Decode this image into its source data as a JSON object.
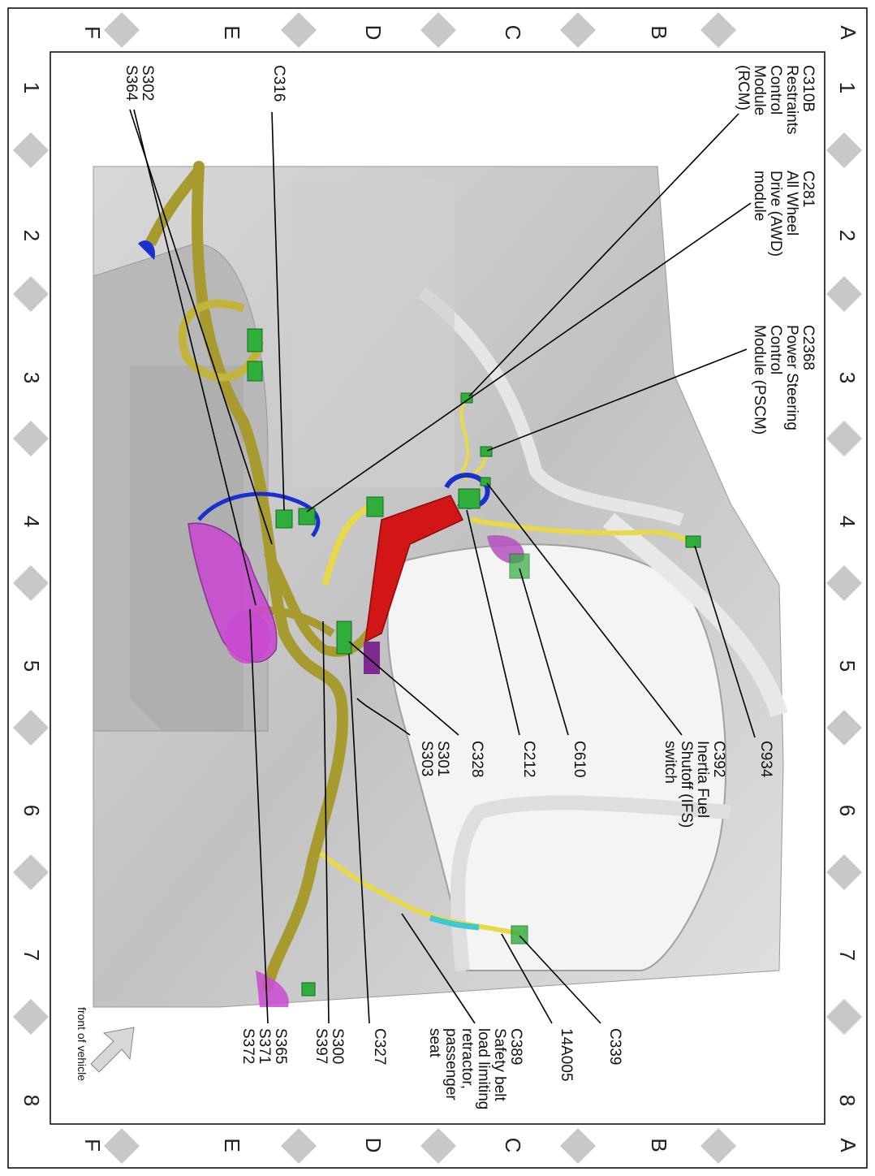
{
  "grid": {
    "row_letters": [
      "A",
      "B",
      "C",
      "D",
      "E",
      "F"
    ],
    "column_numbers": [
      "1",
      "2",
      "3",
      "4",
      "5",
      "6",
      "7",
      "8"
    ]
  },
  "front_of_vehicle": "front of vehicle",
  "callouts": [
    {
      "id": "c310b",
      "lines": [
        "C310B",
        "Restraints",
        "Control",
        "Module",
        "(RCM)"
      ]
    },
    {
      "id": "c281",
      "lines": [
        "C281",
        "All Wheel",
        "Drive (AWD)",
        "module"
      ]
    },
    {
      "id": "c2368",
      "lines": [
        "C2368",
        "Power Steering",
        "Control",
        "Module (PSCM)"
      ]
    },
    {
      "id": "c316",
      "lines": [
        "C316"
      ]
    },
    {
      "id": "s302",
      "lines": [
        "S302",
        "S364"
      ]
    },
    {
      "id": "c934",
      "lines": [
        "C934"
      ]
    },
    {
      "id": "c392",
      "lines": [
        "C392",
        "Inertia Fuel",
        "Shutoff (IFS)",
        "switch"
      ]
    },
    {
      "id": "c610",
      "lines": [
        "C610"
      ]
    },
    {
      "id": "c212",
      "lines": [
        "C212"
      ]
    },
    {
      "id": "c328",
      "lines": [
        "C328"
      ]
    },
    {
      "id": "s301",
      "lines": [
        "S301",
        "S303"
      ]
    },
    {
      "id": "c339",
      "lines": [
        "C339"
      ]
    },
    {
      "id": "14a005",
      "lines": [
        "14A005"
      ]
    },
    {
      "id": "c389",
      "lines": [
        "C389",
        "Safety belt",
        "load limiting",
        "retractor,",
        "passenger",
        "seat"
      ]
    },
    {
      "id": "c327",
      "lines": [
        "C327"
      ]
    },
    {
      "id": "s300",
      "lines": [
        "S300",
        "S397"
      ]
    },
    {
      "id": "s365",
      "lines": [
        "S365",
        "S371",
        "S372"
      ]
    }
  ],
  "colors": {
    "harness": "#a79a2e",
    "harness_light": "#e8d84a",
    "connector": "#2fae3c",
    "conduit_blue": "#1a2fd0",
    "bracket_red": "#d21515",
    "bracket_magenta": "#c94bd0",
    "body_gray": "#c9c9c9"
  }
}
